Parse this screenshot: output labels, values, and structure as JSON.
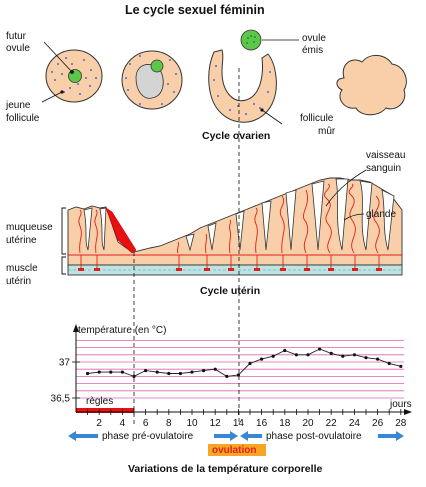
{
  "title": "Le cycle sexuel féminin",
  "ovarian": {
    "label_futur_ovule": [
      "futur",
      "ovule"
    ],
    "label_jeune_follicule": [
      "jeune",
      "follicule"
    ],
    "label_ovule_emis": [
      "ovule",
      "émis"
    ],
    "label_follicule_mur": [
      "follicule",
      "mûr"
    ],
    "caption": "Cycle ovarien"
  },
  "uterine": {
    "label_vaisseau": [
      "vaisseau",
      "sanguin"
    ],
    "label_glande": "glande",
    "label_muqueuse": [
      "muqueuse",
      "utérine"
    ],
    "label_muscle": [
      "muscle",
      "utérin"
    ],
    "caption": "Cycle utérin"
  },
  "temperature": {
    "ylabel": "température (en °C)",
    "xlabel": "jours",
    "regles_label": "règles",
    "ovulation_label": "ovulation",
    "phase_pre": "phase pré-ovulatoire",
    "phase_post": "phase post-ovulatoire",
    "caption": "Variations de la température corporelle"
  },
  "colors": {
    "tissue": "#f8cfa8",
    "muscle": "#bfe3e3",
    "vessel": "#e0201a",
    "pink_grid": "#e060b0",
    "arrow": "#3a86d6",
    "ovulation_bg": "#f6a623",
    "ovulation_text": "#e02020",
    "regles_bar": "#e81010",
    "ovum": "#5cc84a"
  },
  "chart_data": {
    "type": "line",
    "title": "Variations de la température corporelle",
    "xlabel": "jours",
    "ylabel": "température (en °C)",
    "x_ticks": [
      2,
      4,
      6,
      8,
      10,
      12,
      14,
      16,
      18,
      20,
      22,
      24,
      26,
      28
    ],
    "y_ticks": [
      36.5,
      37
    ],
    "xlim": [
      0,
      28.5
    ],
    "ylim": [
      36.4,
      37.4
    ],
    "grid": true,
    "series": [
      {
        "x": [
          1,
          2,
          3,
          4,
          5,
          6,
          7,
          8,
          9,
          10,
          11,
          12,
          13,
          14,
          15,
          16,
          17,
          18,
          19,
          20,
          21,
          22,
          23,
          24,
          25,
          26,
          27,
          28
        ],
        "y": [
          36.84,
          36.86,
          36.86,
          36.86,
          36.8,
          36.88,
          36.86,
          36.84,
          36.84,
          36.86,
          36.88,
          36.9,
          36.8,
          36.82,
          36.98,
          37.04,
          37.08,
          37.16,
          37.1,
          37.1,
          37.18,
          37.12,
          37.08,
          37.1,
          37.06,
          37.04,
          36.98,
          36.94
        ]
      }
    ]
  }
}
